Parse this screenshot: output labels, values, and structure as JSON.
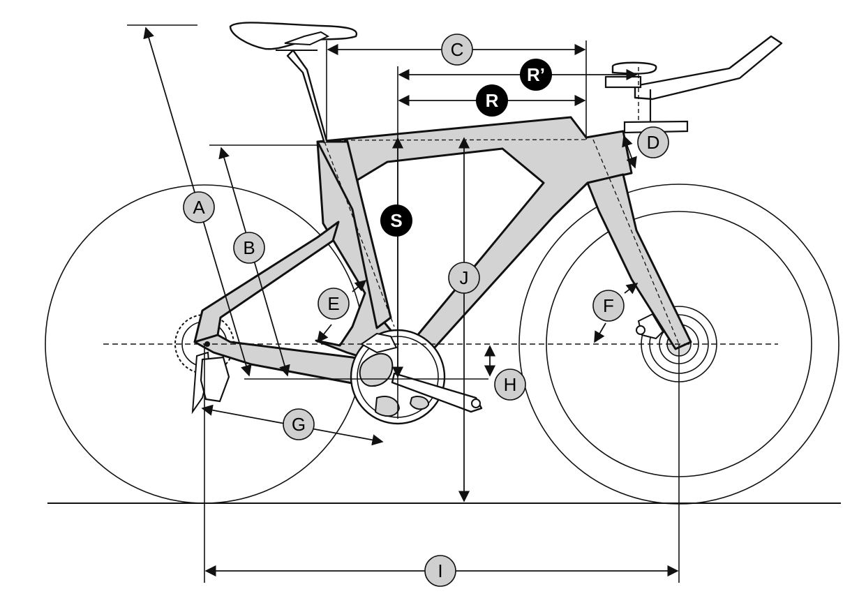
{
  "diagram": {
    "labels": {
      "A": "A",
      "B": "B",
      "C": "C",
      "D": "D",
      "E": "E",
      "F": "F",
      "G": "G",
      "H": "H",
      "I": "I",
      "J": "J",
      "S": "S",
      "R": "R",
      "R_prime": "R’"
    },
    "colors": {
      "frame_fill": "#d3d3d3",
      "line": "#111111",
      "label_fill": "#cfcfcf",
      "label_dark_fill": "#000000"
    }
  }
}
